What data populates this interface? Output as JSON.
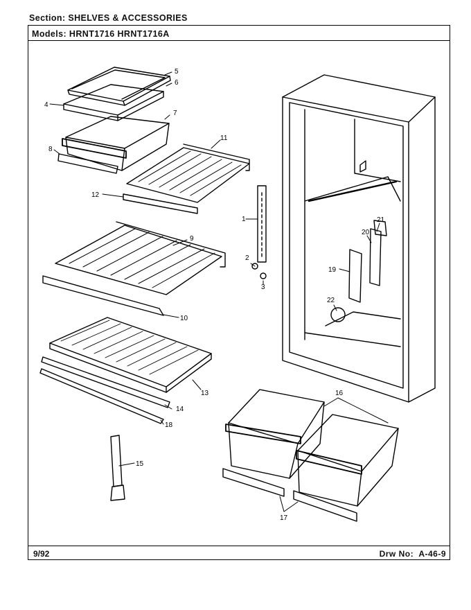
{
  "header": {
    "section_label": "Section:",
    "section_value": "SHELVES & ACCESSORIES",
    "models_label": "Models:",
    "models_value": "HRNT1716   HRNT1716A"
  },
  "footer": {
    "date": "9/92",
    "drawing_label": "Drw No:",
    "drawing_number": "A-46-9"
  },
  "callouts": [
    "1",
    "2",
    "3",
    "4",
    "5",
    "6",
    "7",
    "8",
    "9",
    "10",
    "11",
    "12",
    "13",
    "14",
    "15",
    "16",
    "17",
    "18",
    "19",
    "20",
    "21",
    "22"
  ]
}
